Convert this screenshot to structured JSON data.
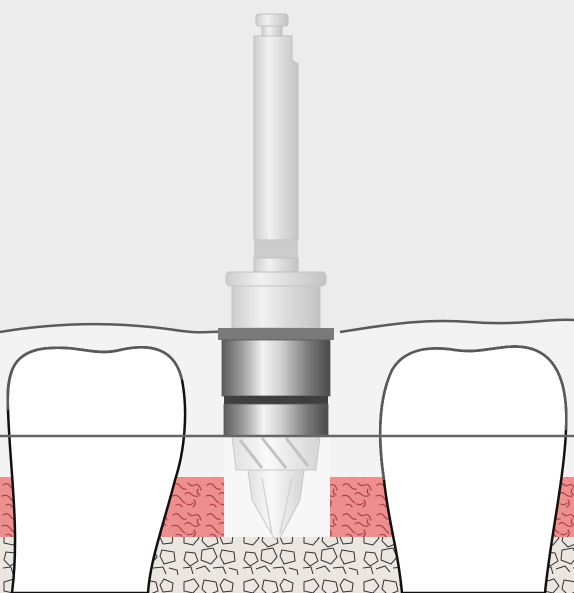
{
  "scene": {
    "components": [
      "drill-shank",
      "drill-collar",
      "drill-stop-ring",
      "drill-cutting-tip",
      "gingiva",
      "crestal-line",
      "left-adjacent-tooth",
      "right-adjacent-tooth",
      "soft-tissue-band",
      "cancellous-bone"
    ],
    "icons": [
      "drill-icon",
      "tooth-icon"
    ],
    "colors": {
      "background_top": "#ececec",
      "gingiva": "#f3f3f3",
      "outline": "#5a5a5a",
      "tooth_fill": "#ffffff",
      "tooth_outline": "#111111",
      "tissue_pink": "#ee8f8f",
      "tissue_pattern": "#b0404a",
      "bone_fill": "#ebe6df",
      "bone_chip_stroke": "#333333",
      "drill_steel_light": "#f2f2f2",
      "drill_steel_dark": "#6b6b6b",
      "drill_ghost": "#cfcfcf"
    }
  }
}
